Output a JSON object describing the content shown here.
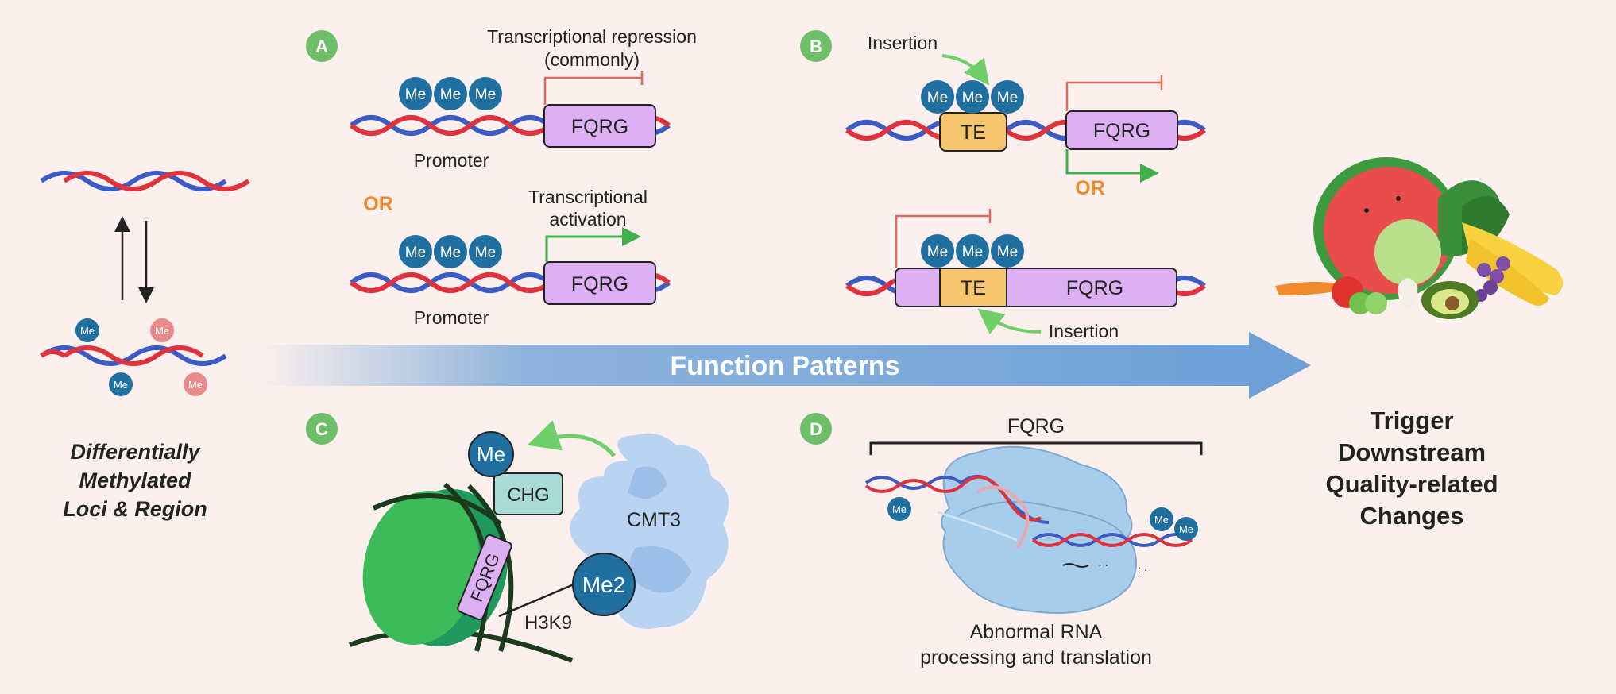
{
  "colors": {
    "background": "#fbf0ee",
    "strand_red": "#e0323c",
    "strand_blue": "#3b5cc4",
    "me_blue": "#1f6fa0",
    "me_pink": "#e98a8a",
    "gene_fill": "#dcb0f2",
    "te_fill": "#f5c66e",
    "repress": "#e06a5a",
    "activate": "#3fb04a",
    "or_orange": "#f0892a",
    "badge_green": "#6fbe6a",
    "arrow_blue": "#6b9fd6"
  },
  "left": {
    "methyl_label": "Me",
    "caption": [
      "Differentially",
      "Methylated",
      "Loci & Region"
    ]
  },
  "panel_a": {
    "badge": "A",
    "repression_label": [
      "Transcriptional repression",
      "(commonly)"
    ],
    "activation_label": [
      "Transcriptional",
      "activation"
    ],
    "gene": "FQRG",
    "promoter": "Promoter",
    "me": "Me",
    "or": "OR"
  },
  "panel_b": {
    "badge": "B",
    "insertion": "Insertion",
    "te": "TE",
    "gene": "FQRG",
    "me": "Me",
    "or": "OR"
  },
  "banner": {
    "label": "Function Patterns"
  },
  "panel_c": {
    "badge": "C",
    "me": "Me",
    "chg": "CHG",
    "cmt3": "CMT3",
    "gene": "FQRG",
    "me2": "Me2",
    "h3k9": "H3K9"
  },
  "panel_d": {
    "badge": "D",
    "gene": "FQRG",
    "me": "Me",
    "caption": [
      "Abnormal RNA",
      "processing and translation"
    ]
  },
  "right": {
    "caption": [
      "Trigger",
      "Downstream",
      "Quality-related",
      "Changes"
    ]
  }
}
